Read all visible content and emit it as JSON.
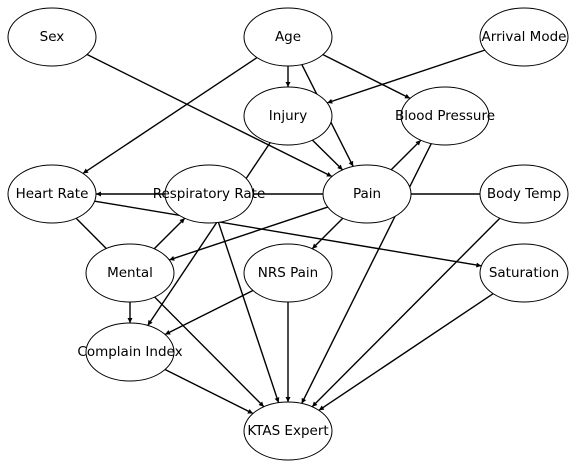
{
  "nodes": [
    {
      "id": "sex",
      "label": "Sex"
    },
    {
      "id": "age",
      "label": "Age"
    },
    {
      "id": "arrival",
      "label": "Arrival Mode"
    },
    {
      "id": "injury",
      "label": "Injury"
    },
    {
      "id": "bp",
      "label": "Blood Pressure"
    },
    {
      "id": "hr",
      "label": "Heart Rate"
    },
    {
      "id": "rr",
      "label": "Respiratory Rate"
    },
    {
      "id": "pain",
      "label": "Pain"
    },
    {
      "id": "bt",
      "label": "Body Temp"
    },
    {
      "id": "mental",
      "label": "Mental"
    },
    {
      "id": "nrs",
      "label": "NRS Pain"
    },
    {
      "id": "sat",
      "label": "Saturation"
    },
    {
      "id": "ci",
      "label": "Complain Index"
    },
    {
      "id": "ktas",
      "label": "KTAS Expert"
    }
  ],
  "edges": [
    [
      "sex",
      "pain"
    ],
    [
      "age",
      "hr"
    ],
    [
      "age",
      "injury"
    ],
    [
      "age",
      "pain"
    ],
    [
      "age",
      "bp"
    ],
    [
      "arrival",
      "injury"
    ],
    [
      "injury",
      "pain"
    ],
    [
      "injury",
      "ci"
    ],
    [
      "pain",
      "bp"
    ],
    [
      "bp",
      "ktas"
    ],
    [
      "bt",
      "hr"
    ],
    [
      "bt",
      "ktas"
    ],
    [
      "hr",
      "sat"
    ],
    [
      "hr",
      "ktas"
    ],
    [
      "pain",
      "mental"
    ],
    [
      "pain",
      "nrs"
    ],
    [
      "mental",
      "rr"
    ],
    [
      "mental",
      "ci"
    ],
    [
      "rr",
      "ktas"
    ],
    [
      "nrs",
      "ci"
    ],
    [
      "nrs",
      "ktas"
    ],
    [
      "sat",
      "ktas"
    ],
    [
      "ci",
      "ktas"
    ]
  ]
}
